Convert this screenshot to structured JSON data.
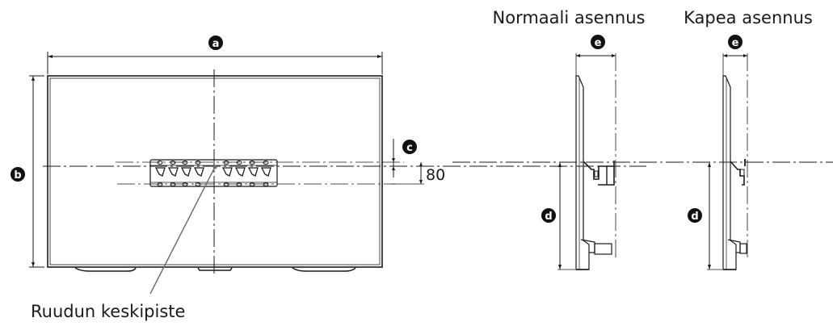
{
  "labels": {
    "normal_mount": "Normaali asennus",
    "slim_mount": "Kapea asennus",
    "screen_center": "Ruudun keskipiste",
    "offset_value": "80"
  },
  "markers": {
    "a": "a",
    "b": "b",
    "c": "c",
    "d_normal": "d",
    "d_slim": "d",
    "e_normal": "e",
    "e_slim": "e"
  },
  "colors": {
    "line": "#1a1a1a",
    "leader": "#6a6a6a",
    "badge": "#111111",
    "background": "#ffffff"
  }
}
